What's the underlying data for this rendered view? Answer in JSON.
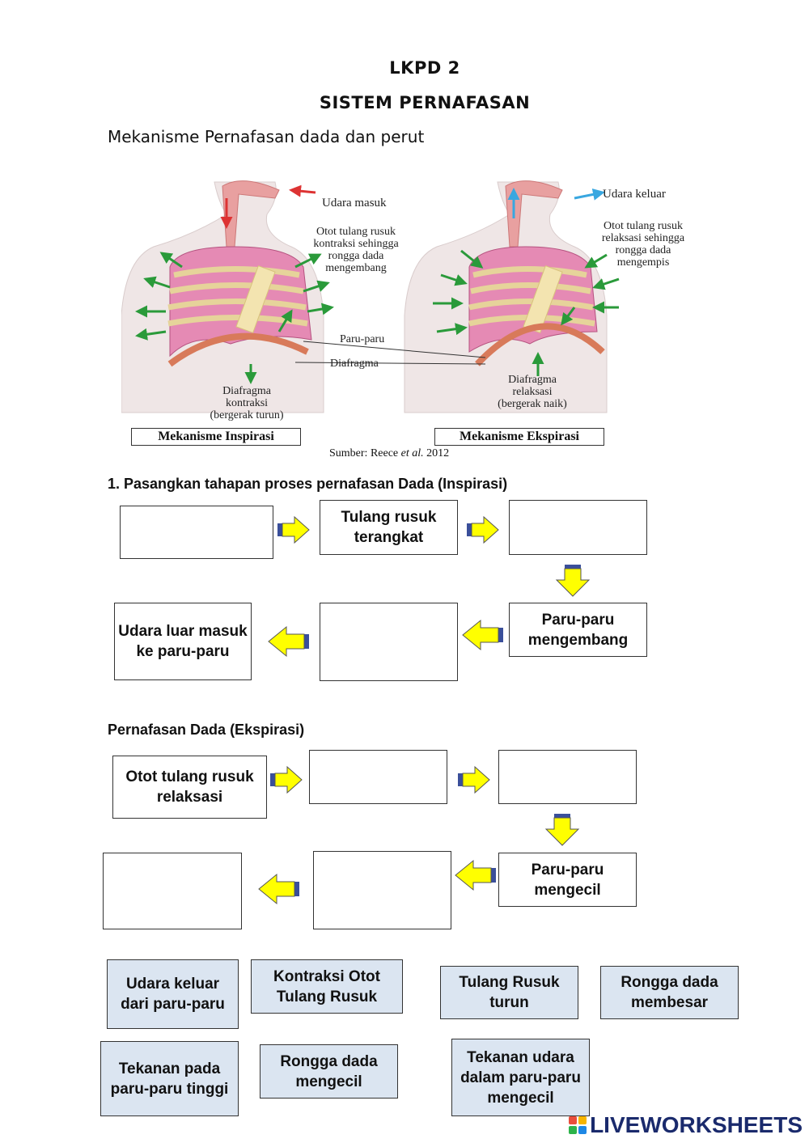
{
  "header": {
    "title": "LKPD 2",
    "subtitle": "SISTEM PERNAFASAN",
    "intro": "Mekanisme Pernafasan dada dan perut"
  },
  "diagram": {
    "left": {
      "air_label": "Udara masuk",
      "rib_label": [
        "Otot tulang rusuk",
        "kontraksi sehingga",
        "rongga dada",
        "mengembang"
      ],
      "diaphragm_label": [
        "Diafragma",
        "kontraksi",
        "(bergerak turun)"
      ],
      "caption": "Mekanisme Inspirasi"
    },
    "right": {
      "air_label": "Udara keluar",
      "rib_label": [
        "Otot tulang rusuk",
        "relaksasi sehingga",
        "rongga dada",
        "mengempis"
      ],
      "diaphragm_label": [
        "Diafragma",
        "relaksasi",
        "(bergerak naik)"
      ],
      "caption": "Mekanisme Ekspirasi"
    },
    "center_labels": {
      "lung": "Paru-paru",
      "diaphragm": "Diafragma"
    },
    "source": {
      "prefix": "Sumber: Reece ",
      "italic": "et al.",
      "suffix": " 2012"
    }
  },
  "section1": {
    "heading": "1.  Pasangkan tahapan proses pernafasan Dada (Inspirasi)",
    "boxes": {
      "r1c2": "Tulang rusuk terangkat",
      "r2c3": "Paru-paru mengembang",
      "r2c1": "Udara luar masuk ke paru-paru"
    }
  },
  "section2": {
    "heading": "Pernafasan Dada (Ekspirasi)",
    "boxes": {
      "r1c1": "Otot tulang rusuk relaksasi",
      "r2c3": "Paru-paru mengecil"
    }
  },
  "answers": [
    "Udara keluar dari paru-paru",
    "Kontraksi Otot Tulang Rusuk",
    "Tulang Rusuk turun",
    "Rongga dada membesar",
    "Tekanan pada paru-paru tinggi",
    "Rongga dada mengecil",
    "Tekanan udara dalam paru-paru mengecil"
  ],
  "footer": {
    "brand": "LIVEWORKSHEETS"
  },
  "colors": {
    "arrow_fill": "#ffff00",
    "arrow_tail": "#3a4f9a",
    "card_bg": "#dbe5f1",
    "lung": "#e58ab4",
    "skin": "#efe6e6"
  }
}
